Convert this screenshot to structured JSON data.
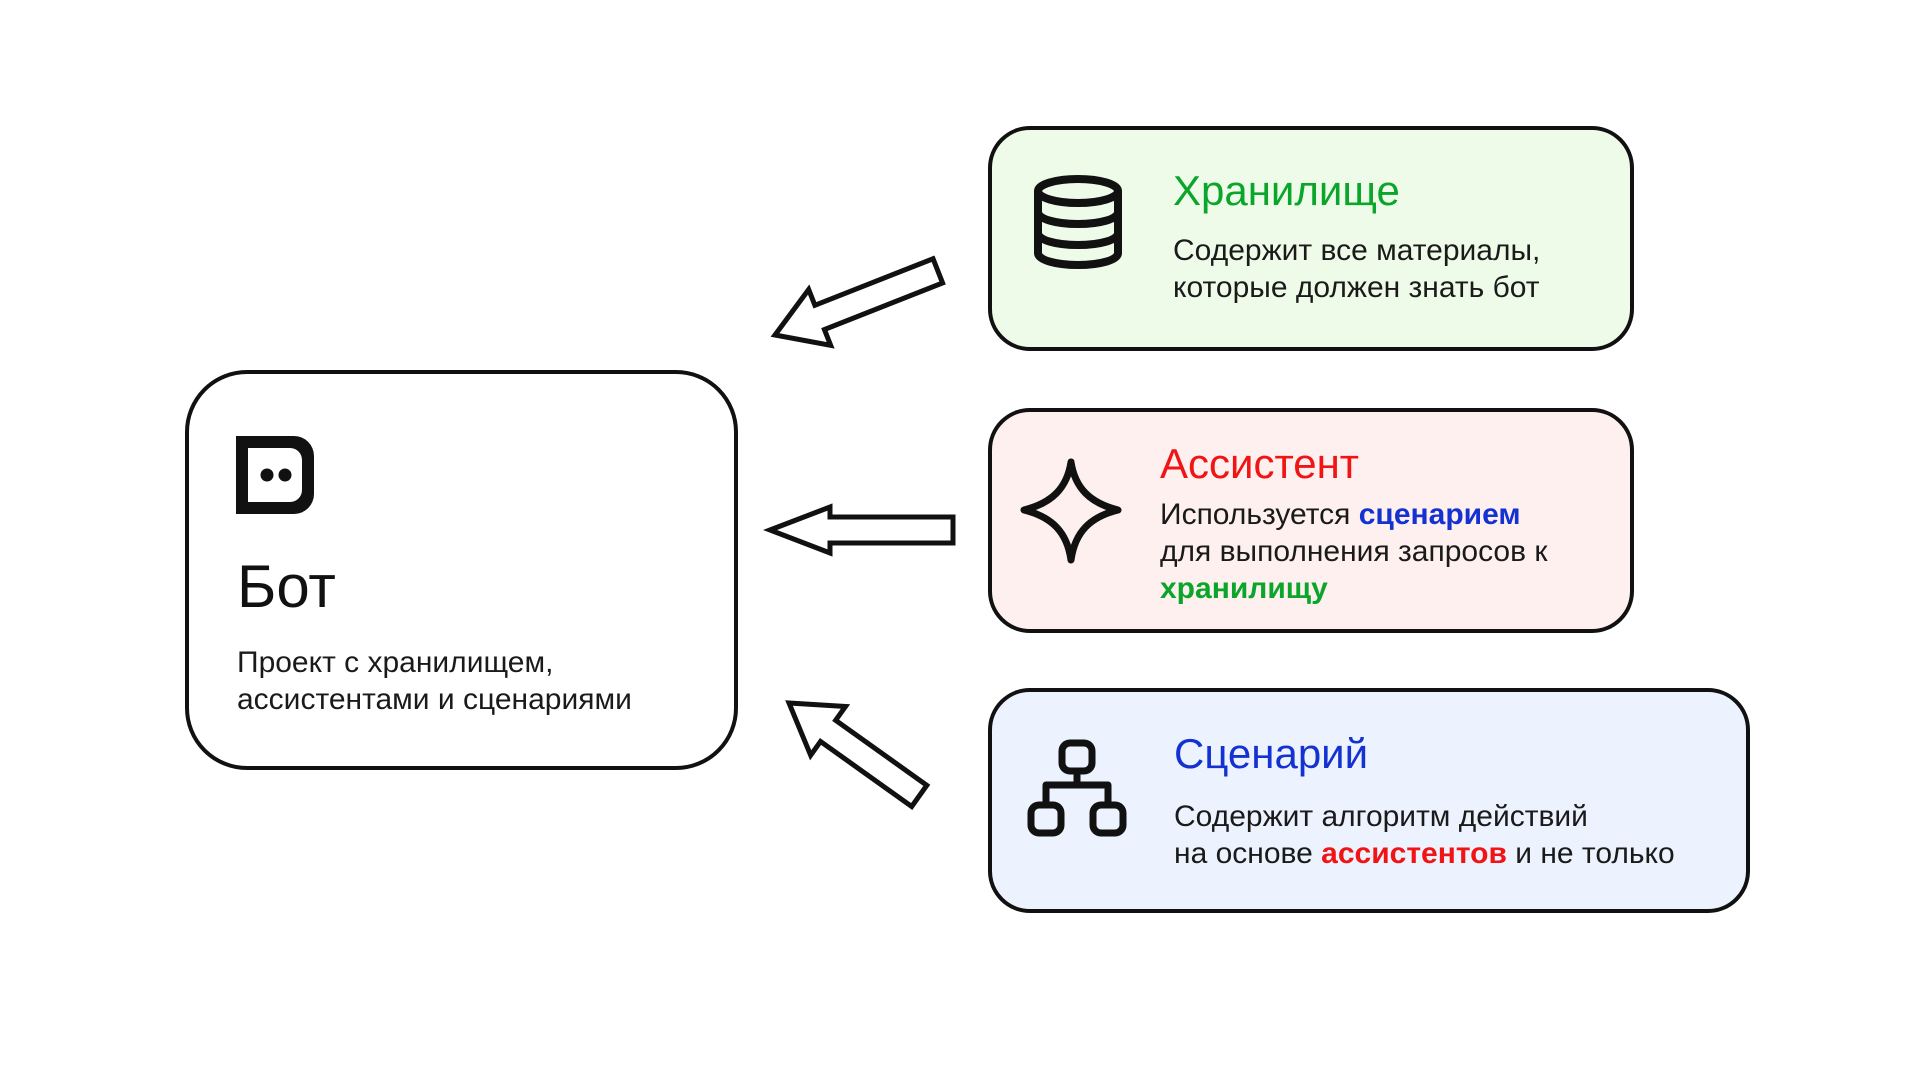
{
  "colors": {
    "storage_accent": "#0aa52a",
    "assistant_accent": "#f01414",
    "scenario_accent": "#1432d2",
    "outline": "#111111"
  },
  "bot": {
    "icon": "chat-bubble-icon",
    "title": "Бот",
    "desc_line1": "Проект с хранилищем,",
    "desc_line2": "ассистентами и сценариями"
  },
  "storage": {
    "icon": "database-icon",
    "title": "Хранилище",
    "desc_line1": "Содержит все материалы,",
    "desc_line2": "которые должен знать бот"
  },
  "assistant": {
    "icon": "sparkle-icon",
    "title": "Ассистент",
    "desc_line1_pre": "Используется ",
    "desc_line1_hl": "сценарием",
    "desc_line2": "для выполнения запросов к",
    "desc_line3_hl": "хранилищу"
  },
  "scenario": {
    "icon": "flowchart-icon",
    "title": "Сценарий",
    "desc_line1": "Содержит алгоритм действий",
    "desc_line2_pre": "на основе ",
    "desc_line2_hl": "ассистентов",
    "desc_line2_post": " и не только"
  }
}
